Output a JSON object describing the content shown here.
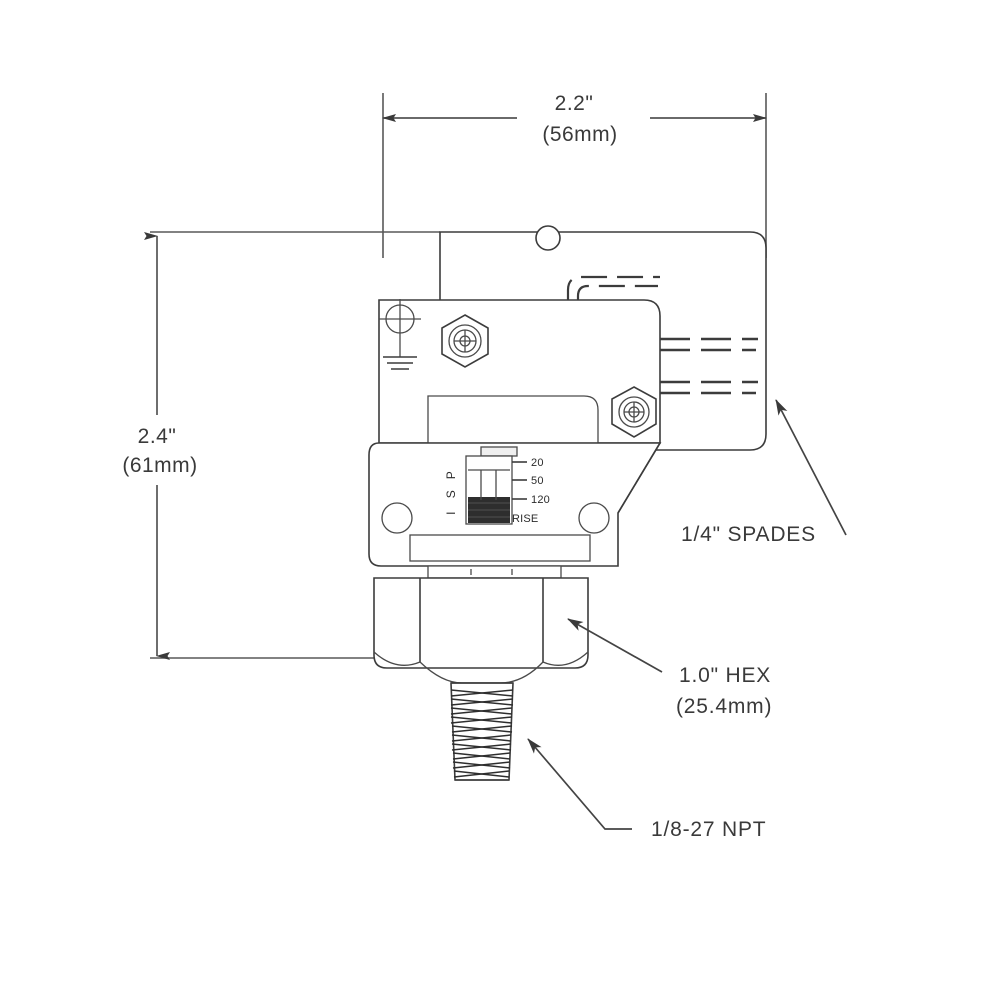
{
  "document": {
    "kind": "technical-dimensional-drawing",
    "subject": "pressure switch with NPT fitting and spade terminals",
    "background_color": "#ffffff",
    "line_color": "#3c3c3c",
    "text_color": "#3a3a3a"
  },
  "dimensions": {
    "width": {
      "name": "overall-width",
      "imperial": "2.2\"",
      "metric": "(56mm)",
      "orientation": "horizontal",
      "position": "top"
    },
    "height": {
      "name": "overall-height",
      "imperial": "2.4\"",
      "metric": "(61mm)",
      "orientation": "vertical",
      "position": "left"
    }
  },
  "annotations": [
    {
      "id": "spades",
      "label": "1/4\" SPADES",
      "position": "right",
      "points_to": "spade-terminals"
    },
    {
      "id": "hex",
      "line1": "1.0\" HEX",
      "line2": "(25.4mm)",
      "position": "right",
      "points_to": "hex-body"
    },
    {
      "id": "npt",
      "label": "1/8-27 NPT",
      "position": "bottom-right",
      "points_to": "threaded-port"
    }
  ],
  "label_plate": {
    "name": "psi-setpoint-label",
    "vertical_title": "PSI",
    "vertical_title_chars": [
      "P",
      "S",
      "I"
    ],
    "ticks": [
      {
        "value": "20"
      },
      {
        "value": "50"
      },
      {
        "value": "120"
      },
      {
        "value": "RISE"
      }
    ]
  },
  "components": [
    {
      "name": "electrical-housing",
      "type": "body"
    },
    {
      "name": "ground-screw",
      "type": "fastener"
    },
    {
      "name": "ground-symbol",
      "type": "symbol"
    },
    {
      "name": "hex-nut-upper",
      "type": "fastener"
    },
    {
      "name": "hex-nut-lower",
      "type": "fastener"
    },
    {
      "name": "spade-terminal-top",
      "type": "terminal"
    },
    {
      "name": "spade-terminal-middle",
      "type": "terminal"
    },
    {
      "name": "spade-terminal-bottom",
      "type": "terminal"
    },
    {
      "name": "hex-body",
      "type": "body"
    },
    {
      "name": "threaded-port",
      "type": "thread"
    },
    {
      "name": "mounting-hole-left",
      "type": "hole"
    },
    {
      "name": "mounting-hole-right",
      "type": "hole"
    },
    {
      "name": "vent-hole",
      "type": "hole"
    }
  ]
}
